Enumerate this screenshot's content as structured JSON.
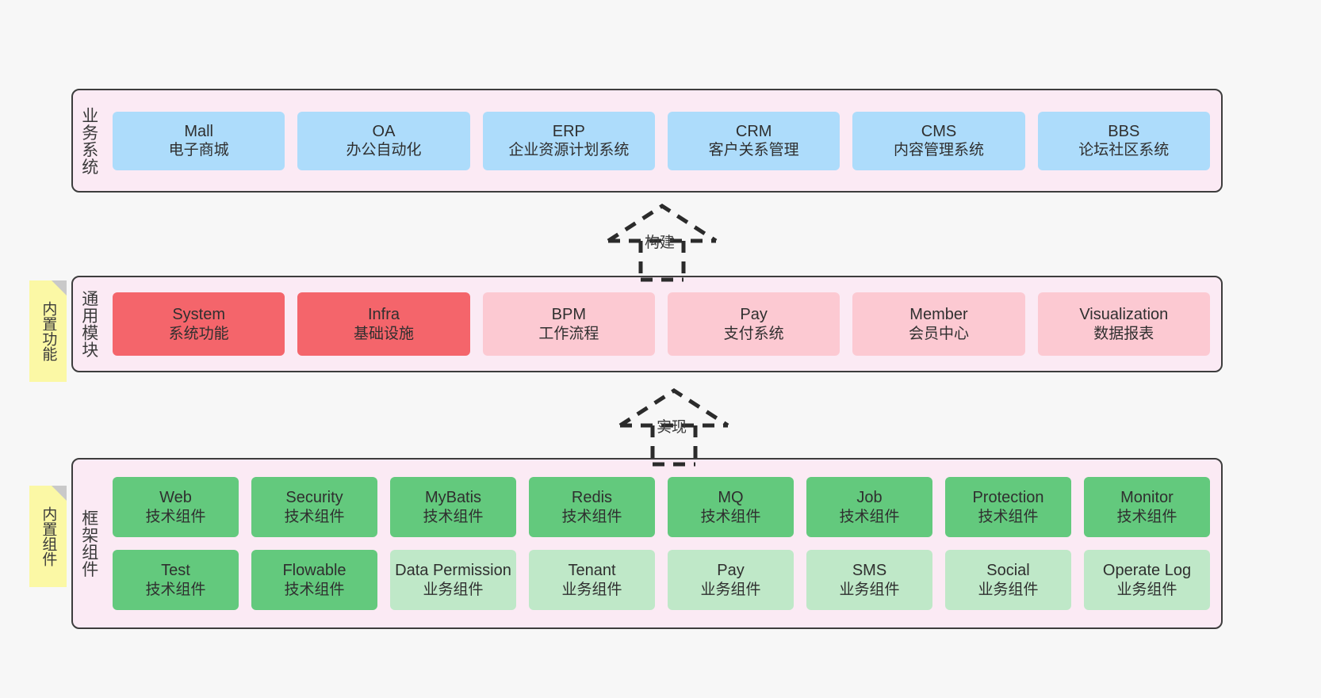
{
  "canvas": {
    "background": "#f7f7f7",
    "layer_fill": "#fbeaf4",
    "layer_border": "#3d3d3d",
    "note_fill": "#fbf8a5",
    "note_fold": "#c9c9c9"
  },
  "layers": [
    {
      "id": "business-systems",
      "title": "业务系统",
      "note": null,
      "rows": [
        {
          "cards": [
            {
              "name": "Mall",
              "sub": "电子商城",
              "style": "blue"
            },
            {
              "name": "OA",
              "sub": "办公自动化",
              "style": "blue"
            },
            {
              "name": "ERP",
              "sub": "企业资源计划系统",
              "style": "blue"
            },
            {
              "name": "CRM",
              "sub": "客户关系管理",
              "style": "blue"
            },
            {
              "name": "CMS",
              "sub": "内容管理系统",
              "style": "blue"
            },
            {
              "name": "BBS",
              "sub": "论坛社区系统",
              "style": "blue"
            }
          ]
        }
      ]
    },
    {
      "id": "common-modules",
      "title": "通用模块",
      "note": "内置功能",
      "rows": [
        {
          "cards": [
            {
              "name": "System",
              "sub": "系统功能",
              "style": "red"
            },
            {
              "name": "Infra",
              "sub": "基础设施",
              "style": "red"
            },
            {
              "name": "BPM",
              "sub": "工作流程",
              "style": "pink"
            },
            {
              "name": "Pay",
              "sub": "支付系统",
              "style": "pink"
            },
            {
              "name": "Member",
              "sub": "会员中心",
              "style": "pink"
            },
            {
              "name": "Visualization",
              "sub": "数据报表",
              "style": "pink"
            }
          ]
        }
      ]
    },
    {
      "id": "framework-components",
      "title": "框架组件",
      "note": "内置组件",
      "rows": [
        {
          "cards": [
            {
              "name": "Web",
              "sub": "技术组件",
              "style": "green"
            },
            {
              "name": "Security",
              "sub": "技术组件",
              "style": "green"
            },
            {
              "name": "MyBatis",
              "sub": "技术组件",
              "style": "green"
            },
            {
              "name": "Redis",
              "sub": "技术组件",
              "style": "green"
            },
            {
              "name": "MQ",
              "sub": "技术组件",
              "style": "green"
            },
            {
              "name": "Job",
              "sub": "技术组件",
              "style": "green"
            },
            {
              "name": "Protection",
              "sub": "技术组件",
              "style": "green"
            },
            {
              "name": "Monitor",
              "sub": "技术组件",
              "style": "green"
            }
          ]
        },
        {
          "cards": [
            {
              "name": "Test",
              "sub": "技术组件",
              "style": "green"
            },
            {
              "name": "Flowable",
              "sub": "技术组件",
              "style": "green"
            },
            {
              "name": "Data Permission",
              "sub": "业务组件",
              "style": "mint"
            },
            {
              "name": "Tenant",
              "sub": "业务组件",
              "style": "mint"
            },
            {
              "name": "Pay",
              "sub": "业务组件",
              "style": "mint"
            },
            {
              "name": "SMS",
              "sub": "业务组件",
              "style": "mint"
            },
            {
              "name": "Social",
              "sub": "业务组件",
              "style": "mint"
            },
            {
              "name": "Operate Log",
              "sub": "业务组件",
              "style": "mint"
            }
          ]
        }
      ]
    }
  ],
  "connectors": [
    {
      "id": "build",
      "label": "构建",
      "from": "common-modules",
      "to": "business-systems"
    },
    {
      "id": "implement",
      "label": "实现",
      "from": "framework-components",
      "to": "common-modules"
    }
  ]
}
